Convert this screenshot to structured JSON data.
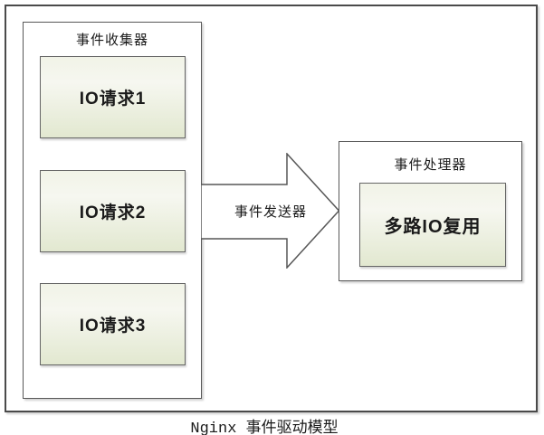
{
  "colors": {
    "background": "#ffffff",
    "frame_border": "#4a4a4a",
    "box_border": "#585858",
    "gradient_top": "#f1f3e7",
    "gradient_mid": "#f6f7f0",
    "gradient_bottom": "#e2e8d0",
    "text": "#1a1a1a"
  },
  "diagram": {
    "collector": {
      "title": "事件收集器",
      "items": [
        {
          "label": "IO请求1"
        },
        {
          "label": "IO请求2"
        },
        {
          "label": "IO请求3"
        }
      ]
    },
    "arrow": {
      "label": "事件发送器"
    },
    "processor": {
      "title": "事件处理器",
      "item_label": "多路IO复用"
    },
    "caption": "Nginx 事件驱动模型"
  }
}
